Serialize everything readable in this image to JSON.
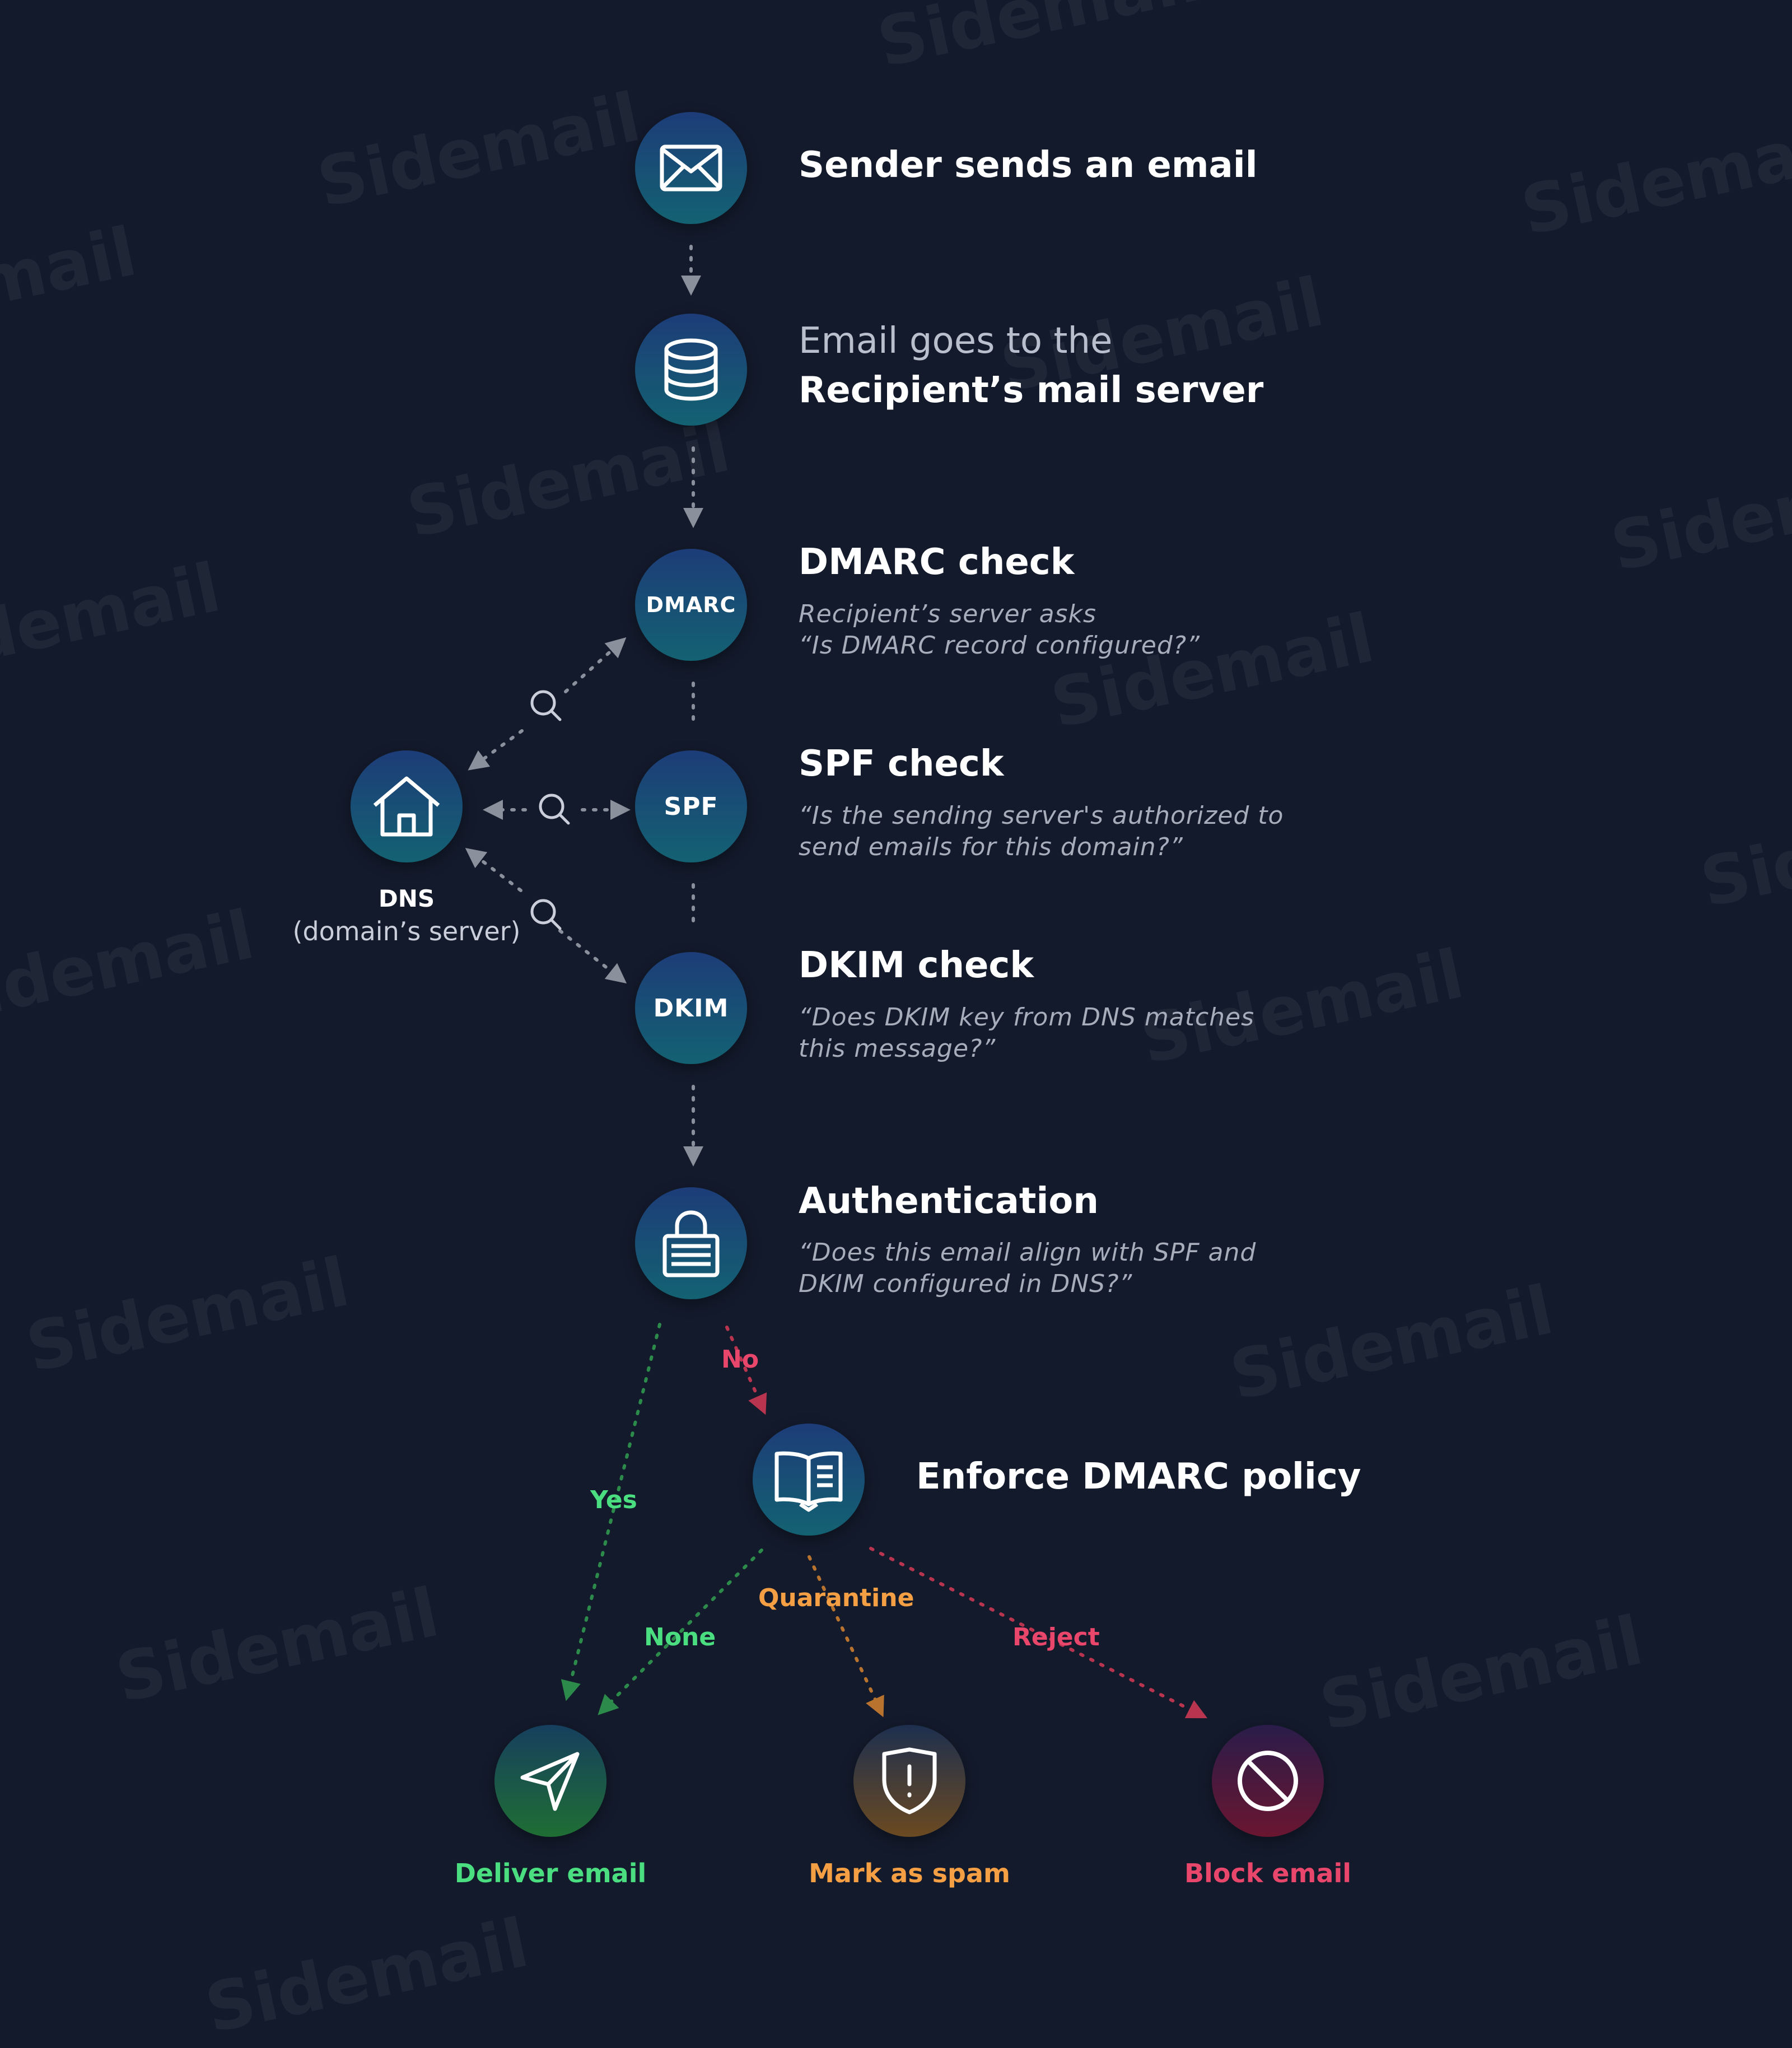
{
  "watermark": "Sidemail",
  "steps": {
    "send": {
      "title": "Sender sends an email",
      "icon": "envelope-icon"
    },
    "server": {
      "line1": "Email goes to the",
      "line2": "Recipient’s mail server",
      "icon": "database-icon"
    },
    "dmarc": {
      "badge": "DMARC",
      "title": "DMARC check",
      "desc1": "Recipient’s server asks",
      "desc2": "“Is DMARC record configured?”"
    },
    "spf": {
      "badge": "SPF",
      "title": "SPF check",
      "desc1": "“Is the sending server's authorized to",
      "desc2": "send emails for this domain?”"
    },
    "dkim": {
      "badge": "DKIM",
      "title": "DKIM check",
      "desc1": "“Does DKIM key from DNS matches",
      "desc2": "this message?”"
    },
    "auth": {
      "title": "Authentication",
      "desc1": "“Does this email align with SPF and",
      "desc2": "DKIM configured in DNS?”",
      "icon": "lock-icon"
    },
    "policy": {
      "title": "Enforce DMARC policy",
      "icon": "book-icon"
    }
  },
  "dns": {
    "label": "DNS",
    "sublabel": "(domain’s server)",
    "icon": "house-icon"
  },
  "branches": {
    "yes": "Yes",
    "no": "No",
    "none": "None",
    "quarantine": "Quarantine",
    "reject": "Reject"
  },
  "outcomes": {
    "deliver": {
      "label": "Deliver email",
      "icon": "send-icon"
    },
    "spam": {
      "label": "Mark as spam",
      "icon": "shield-alert-icon"
    },
    "block": {
      "label": "Block email",
      "icon": "ban-icon"
    }
  },
  "colors": {
    "background": "#131a2b",
    "green": "#4ade80",
    "amber": "#f59f45",
    "red": "#e8466b",
    "connector": "#8a909c"
  }
}
